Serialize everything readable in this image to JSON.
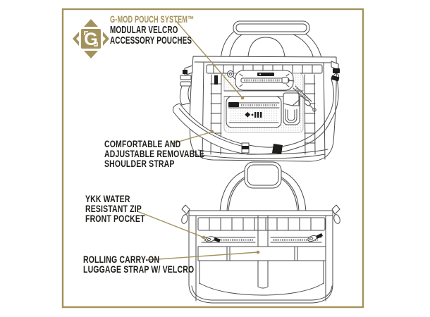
{
  "colors": {
    "gold": "#a3925c",
    "ink": "#1d1d1b",
    "line": "#4a4a4a"
  },
  "header": {
    "brand_title": "G-MOD POUCH SYSTEM™",
    "brand_sub1": "MODULAR VELCRO",
    "brand_sub2": "ACCESSORY POUCHES",
    "logo_letter": "G"
  },
  "callouts": {
    "shoulder_strap": {
      "lines": [
        "COMFORTABLE AND",
        "ADJUSTABLE REMOVABLE",
        "SHOULDER STRAP"
      ]
    },
    "front_pocket": {
      "lines": [
        "YKK WATER",
        "RESISTANT ZIP",
        "FRONT POCKET"
      ]
    },
    "luggage_strap": {
      "lines": [
        "ROLLING CARRY-ON",
        "LUGGAGE STRAP W/ VELCRO"
      ]
    }
  }
}
